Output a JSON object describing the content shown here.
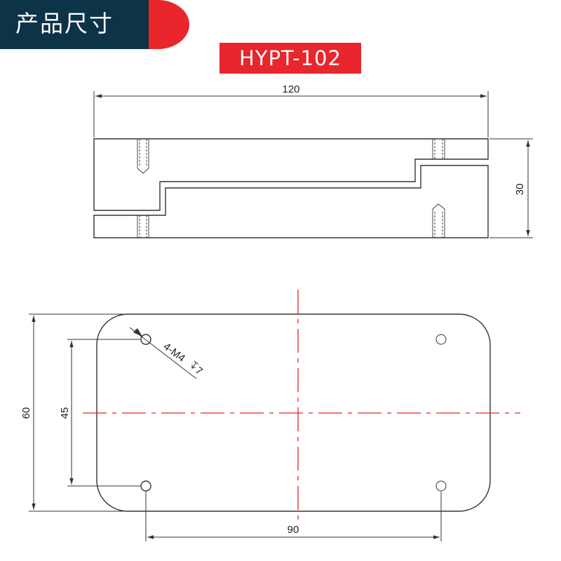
{
  "header": {
    "title": "产品尺寸"
  },
  "model": {
    "label": "HYPT-102"
  },
  "side_view": {
    "width_dim": "120",
    "height_dim": "30"
  },
  "top_view": {
    "height_dim": "60",
    "hole_spacing_v": "45",
    "hole_spacing_h": "90",
    "hole_callout": "4-M4",
    "hole_depth": "7"
  },
  "colors": {
    "header_bg": "#0d3347",
    "accent_red": "#e8262c",
    "centerline": "#e3232a",
    "line": "#333333"
  }
}
